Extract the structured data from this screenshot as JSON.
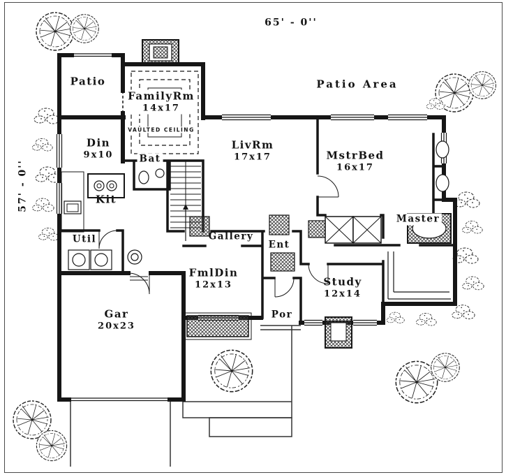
{
  "dimensions": {
    "width": "65' - 0''",
    "height": "57' - 0''"
  },
  "outdoor": {
    "patio": "Patio",
    "patio_area": "Patio Area",
    "porch": "Por"
  },
  "rooms": {
    "family": {
      "name": "FamilyRm",
      "size": "14x17",
      "note": "VAULTED CEILING"
    },
    "dining": {
      "name": "Din",
      "size": "9x10"
    },
    "living": {
      "name": "LivRm",
      "size": "17x17"
    },
    "master_bed": {
      "name": "MstrBed",
      "size": "16x17"
    },
    "bath": {
      "name": "Bat"
    },
    "kitchen": {
      "name": "Kit"
    },
    "master_bath": {
      "name": "Master"
    },
    "utility": {
      "name": "Util"
    },
    "gallery": {
      "name": "Gallery"
    },
    "entry": {
      "name": "Ent"
    },
    "family_dining": {
      "name": "FmlDin",
      "size": "12x13"
    },
    "study": {
      "name": "Study",
      "size": "12x14"
    },
    "garage": {
      "name": "Gar",
      "size": "20x23"
    }
  }
}
